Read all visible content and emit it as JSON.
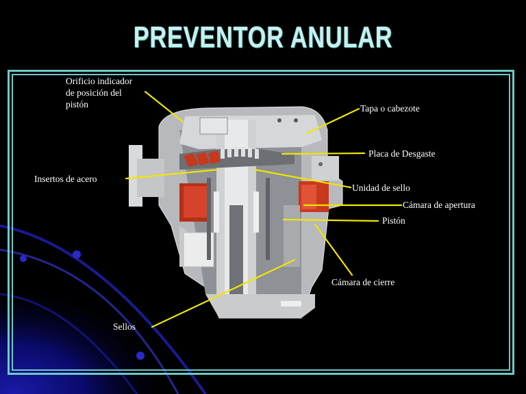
{
  "title": "PREVENTOR ANULAR",
  "labels": {
    "orificio_line1": "Orificio indicador",
    "orificio_line2": "de posición del",
    "orificio_line3": "pistón",
    "tapa": "Tapa o cabezote",
    "placa": "Placa de Desgaste",
    "insertos": "Insertos de acero",
    "unidad": "Unidad de sello",
    "apertura": "Cámara de apertura",
    "piston": "Pistón",
    "cierre": "Cámara de cierre",
    "sellos": "Sellos"
  },
  "colors": {
    "background": "#000000",
    "frame": "#6fc9c5",
    "leader_line": "#f2e600",
    "accent_red": "#c8381c"
  }
}
